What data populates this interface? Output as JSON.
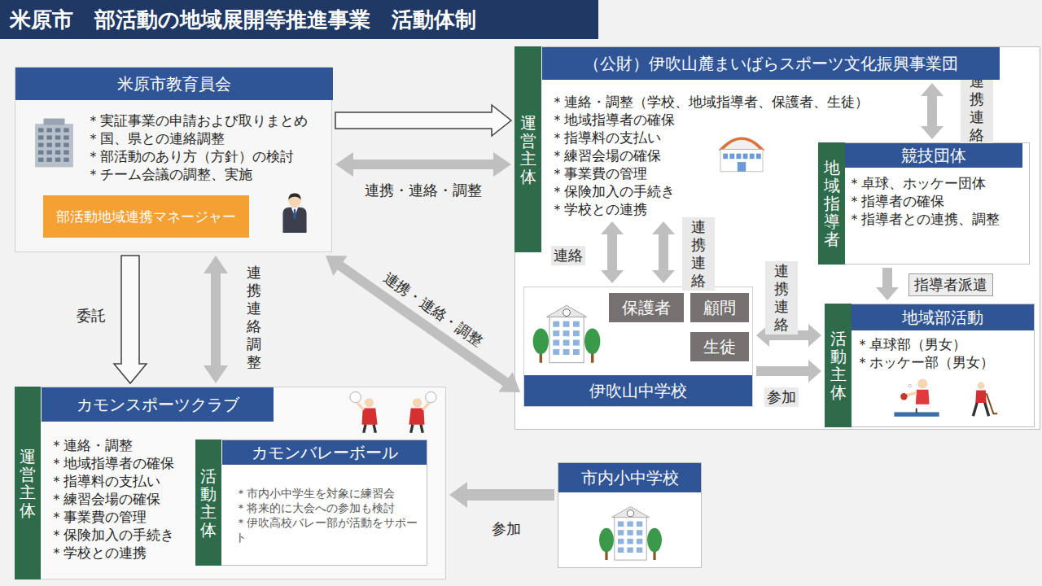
{
  "diagram": {
    "title": "米原市　部活動の地域展開等推進事業　活動体制",
    "nodes": [
      {
        "text": [
          "米原市教育員会",
          "＊実証事業の申請および取りまとめ",
          "＊国、県との連絡調整",
          "＊部活動のあり方（方針）の検討",
          "＊チーム会議の調整、実施"
        ]
      },
      {
        "text": [
          "部活動地域連携マネージャー"
        ],
        "in": 0
      },
      {
        "text": [
          "（公財）伊吹山麓まいばらスポーツ文化振興事業団",
          "＊連絡・調整（学校、地域指導者、保護者、生徒）",
          "＊地域指導者の確保",
          "＊指導料の支払い",
          "＊練習会場の確保",
          "＊事業費の管理",
          "＊保険加入の手続き",
          "＊学校との連携"
        ]
      },
      {
        "text": [
          "運営主体"
        ],
        "in": 2
      },
      {
        "text": [
          "競技団体",
          "＊卓球、ホッケー団体",
          "＊指導者の確保",
          "＊指導者との連携、調整"
        ],
        "in": 2
      },
      {
        "text": [
          "地域指導者"
        ],
        "in": 4
      },
      {
        "text": [
          "伊吹山中学校"
        ],
        "in": 2
      },
      {
        "text": [
          "保護者"
        ],
        "in": 6
      },
      {
        "text": [
          "顧問"
        ],
        "in": 6
      },
      {
        "text": [
          "生徒"
        ],
        "in": 6
      },
      {
        "text": [
          "地域部活動",
          "＊卓球部（男女）",
          "＊ホッケー部（男女）"
        ],
        "in": 2
      },
      {
        "text": [
          "活動主体"
        ],
        "in": 10
      },
      {
        "text": [
          "カモンスポーツクラブ",
          "＊連絡・調整",
          "＊地域指導者の確保",
          "＊指導料の支払い",
          "＊練習会場の確保",
          "＊事業費の管理",
          "＊保険加入の手続き",
          "＊学校との連携"
        ]
      },
      {
        "text": [
          "運営主体"
        ],
        "in": 12
      },
      {
        "text": [
          "カモンバレーボール",
          "＊市内小中学生を対象に練習会",
          "＊将来的に大会への参加も検討",
          "＊伊吹高校バレー部が活動をサポート"
        ],
        "in": 12
      },
      {
        "text": [
          "活動主体"
        ],
        "in": 14
      },
      {
        "text": [
          "市内小中学校"
        ]
      }
    ],
    "edges": [
      {
        "from": 0,
        "to": 2,
        "arrow": "to"
      },
      {
        "from": 0,
        "to": 2,
        "label": "連携・連絡・調整",
        "arrow": "both"
      },
      {
        "from": 0,
        "to": 12,
        "label": "委託",
        "arrow": "to"
      },
      {
        "from": 0,
        "to": 12,
        "label": "連携 連絡 調整",
        "arrow": "both"
      },
      {
        "from": 0,
        "to": 6,
        "label": "連携・連絡・調整",
        "arrow": "both"
      },
      {
        "from": 2,
        "to": 4,
        "label": "連携 連絡",
        "arrow": "both"
      },
      {
        "from": 2,
        "to": 6,
        "label": "連絡",
        "arrow": "both"
      },
      {
        "from": 2,
        "to": 6,
        "label": "連携 連絡",
        "arrow": "both"
      },
      {
        "from": 4,
        "to": 10,
        "label": "指導者派遣",
        "arrow": "to"
      },
      {
        "from": 6,
        "to": 10,
        "label": "連携 連絡",
        "arrow": "both"
      },
      {
        "from": 6,
        "to": 10,
        "label": "参加",
        "arrow": "to"
      },
      {
        "from": 16,
        "to": 12,
        "label": "参加",
        "arrow": "to"
      }
    ]
  }
}
